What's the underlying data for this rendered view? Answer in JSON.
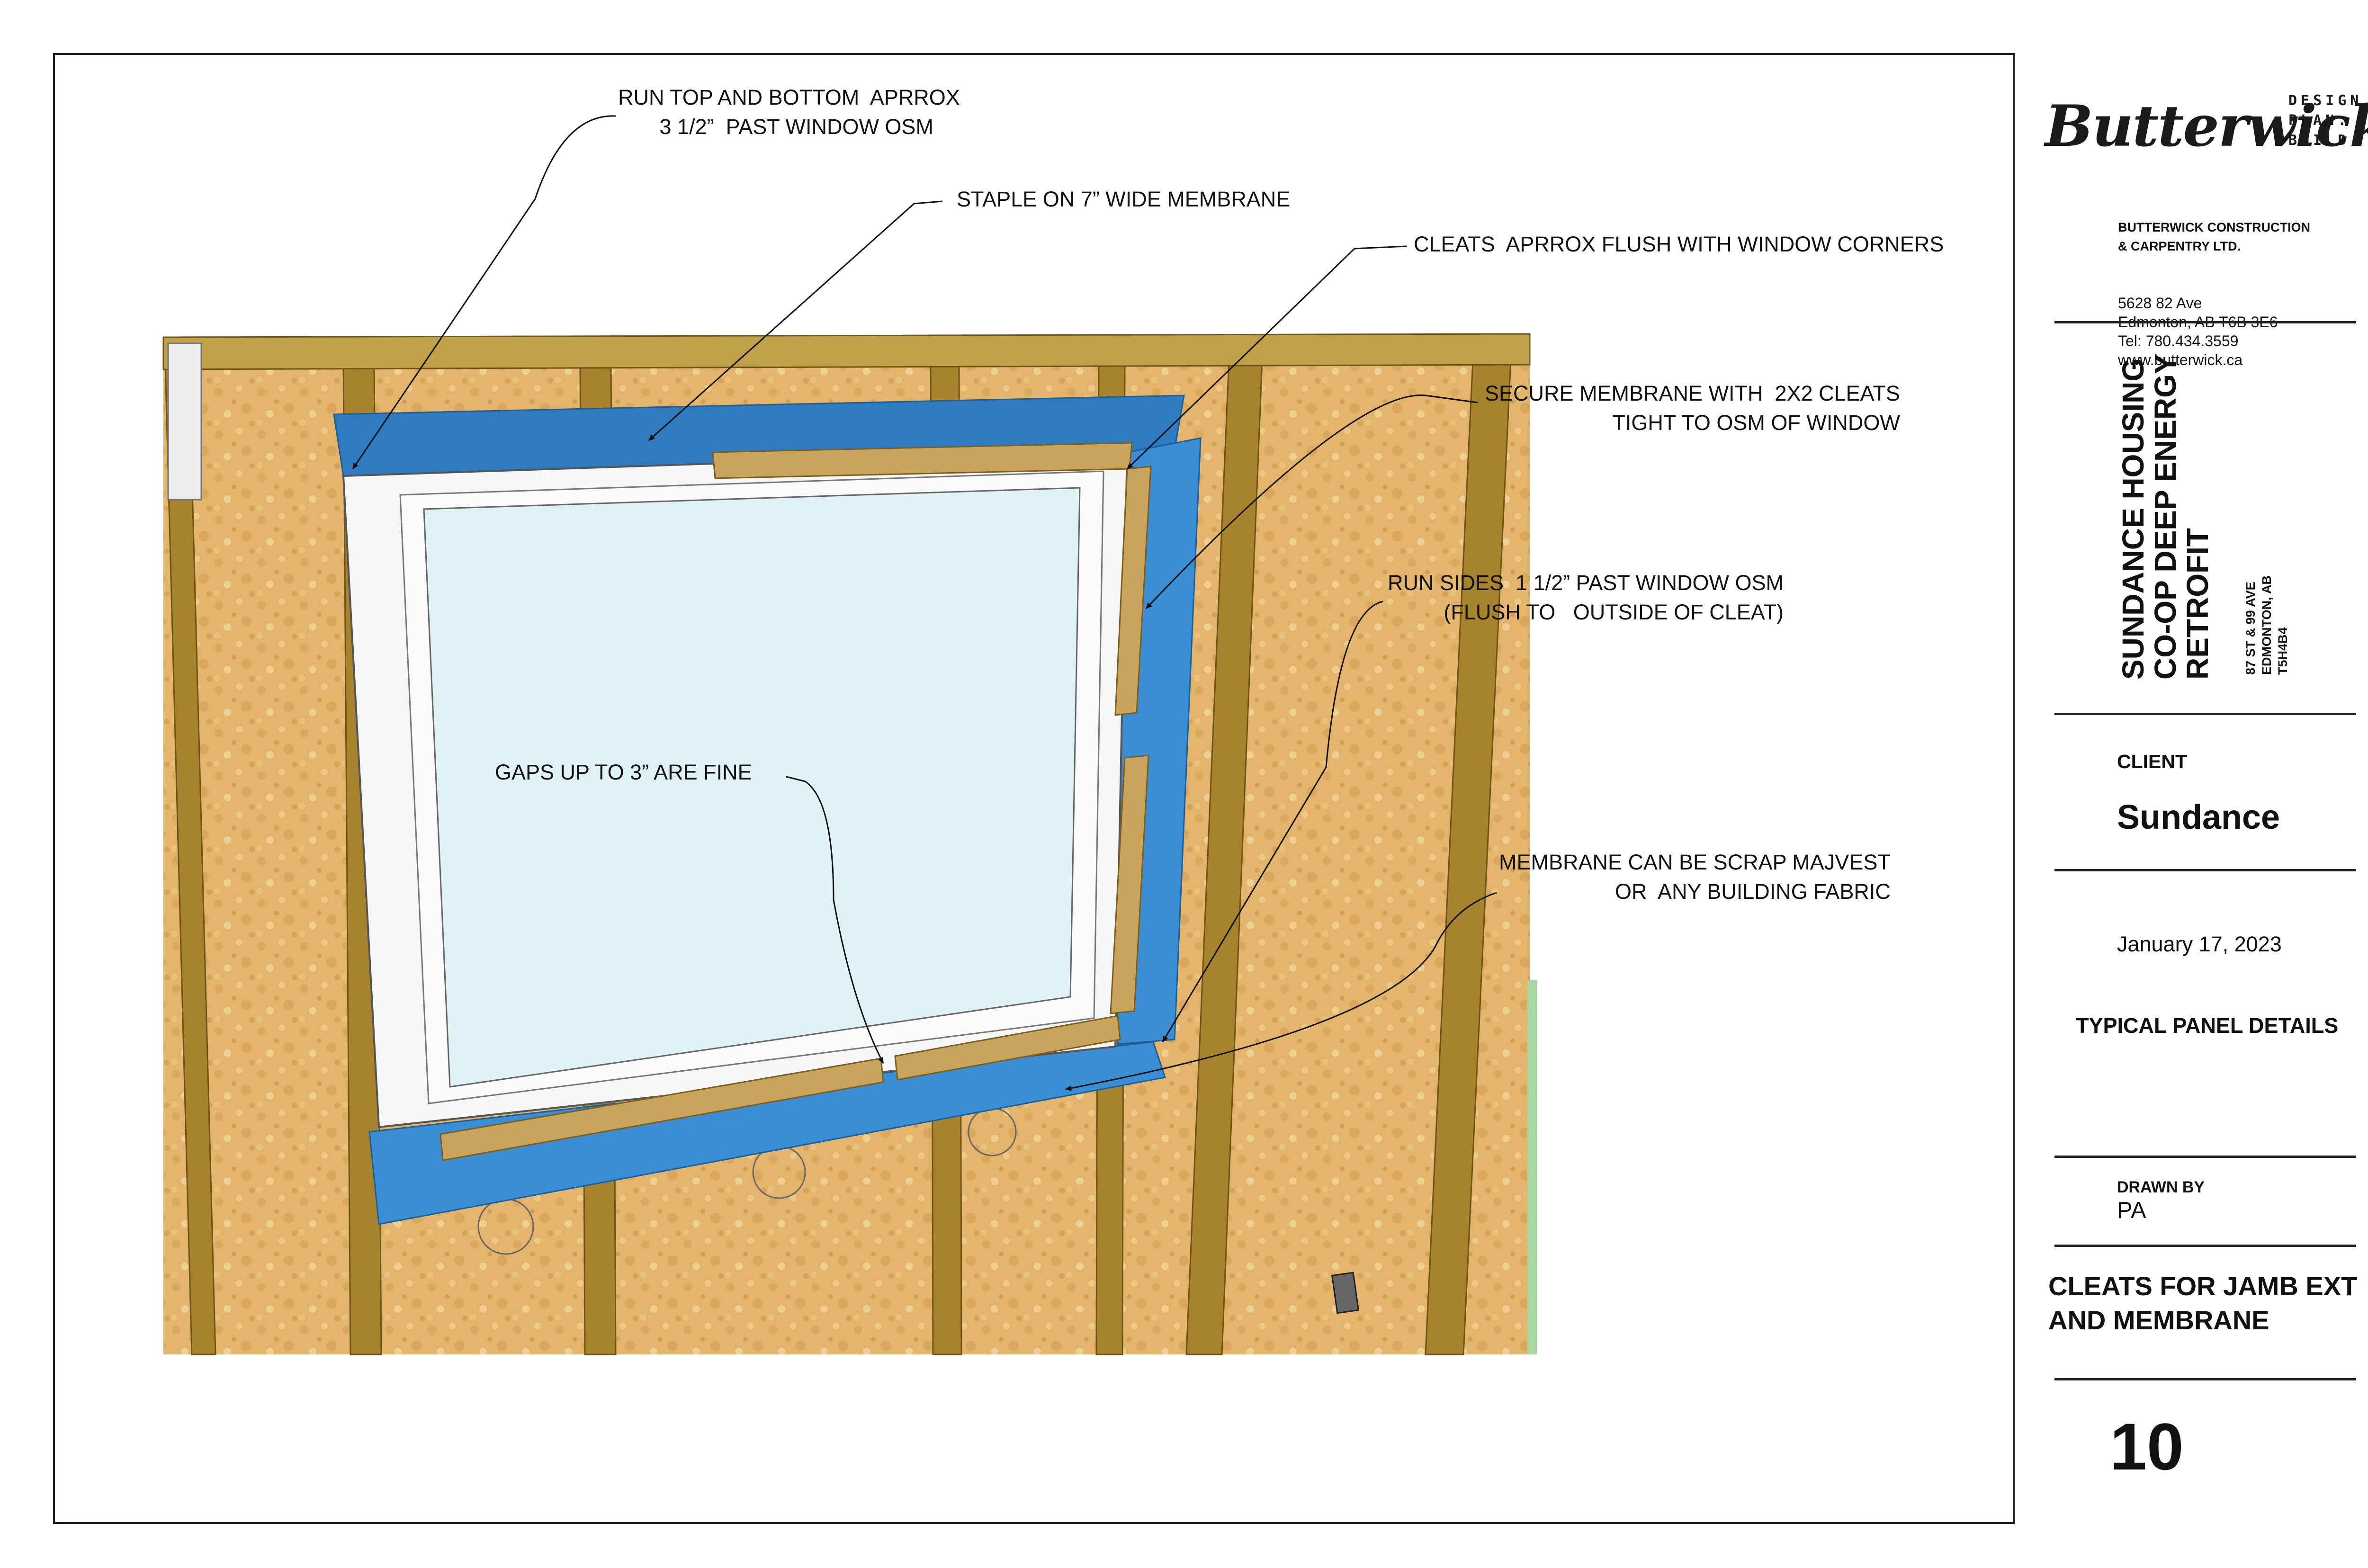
{
  "annotations": {
    "run_top_bottom": "RUN TOP AND BOTTOM  APRROX\n       3 1/2”  PAST WINDOW OSM",
    "staple": "STAPLE ON 7” WIDE MEMBRANE",
    "cleats_flush": "CLEATS  APRROX FLUSH WITH WINDOW CORNERS",
    "secure": "SECURE MEMBRANE WITH  2X2 CLEATS\nTIGHT TO OSM OF WINDOW",
    "run_sides": "RUN SIDES  1 1/2” PAST WINDOW OSM\n(FLUSH TO   OUTSIDE OF CLEAT)",
    "gaps": "GAPS UP TO 3” ARE FINE",
    "membrane_scrap": "MEMBRANE CAN BE SCRAP MAJVEST\n  OR  ANY BUILDING FABRIC"
  },
  "title_block": {
    "logo_word": "Butterwick",
    "logo_tagline": "DESIGN.\nPLAN.\nBUILD.",
    "company_name": "BUTTERWICK CONSTRUCTION\n& CARPENTRY LTD.",
    "company_address": "5628 82 Ave\nEdmonton, AB T6B 3E6\nTel: 780.434.3559\nwww.butterwick.ca",
    "project_title": "SUNDANCE HOUSING\nCO-OP DEEP ENERGY\nRETROFIT",
    "project_address": "87 ST & 99 AVE\nEDMONTON, AB\nT5H4B4",
    "client_label": "CLIENT",
    "client_name": "Sundance",
    "date": "January 17, 2023",
    "sheet_group": "TYPICAL PANEL DETAILS",
    "drawn_by_label": "DRAWN BY",
    "drawn_by": "PA",
    "drawing_title": "CLEATS FOR JAMB EXT\nAND MEMBRANE",
    "sheet_number": "10"
  },
  "colors": {
    "osb": "#E3B56C",
    "stud": "#A8832E",
    "membrane": "#3A8FD4",
    "membrane_dark": "#2F7BC0",
    "cleat": "#C9A45C",
    "glass": "#E1F2F7",
    "window_frame": "#F6F6F6"
  }
}
